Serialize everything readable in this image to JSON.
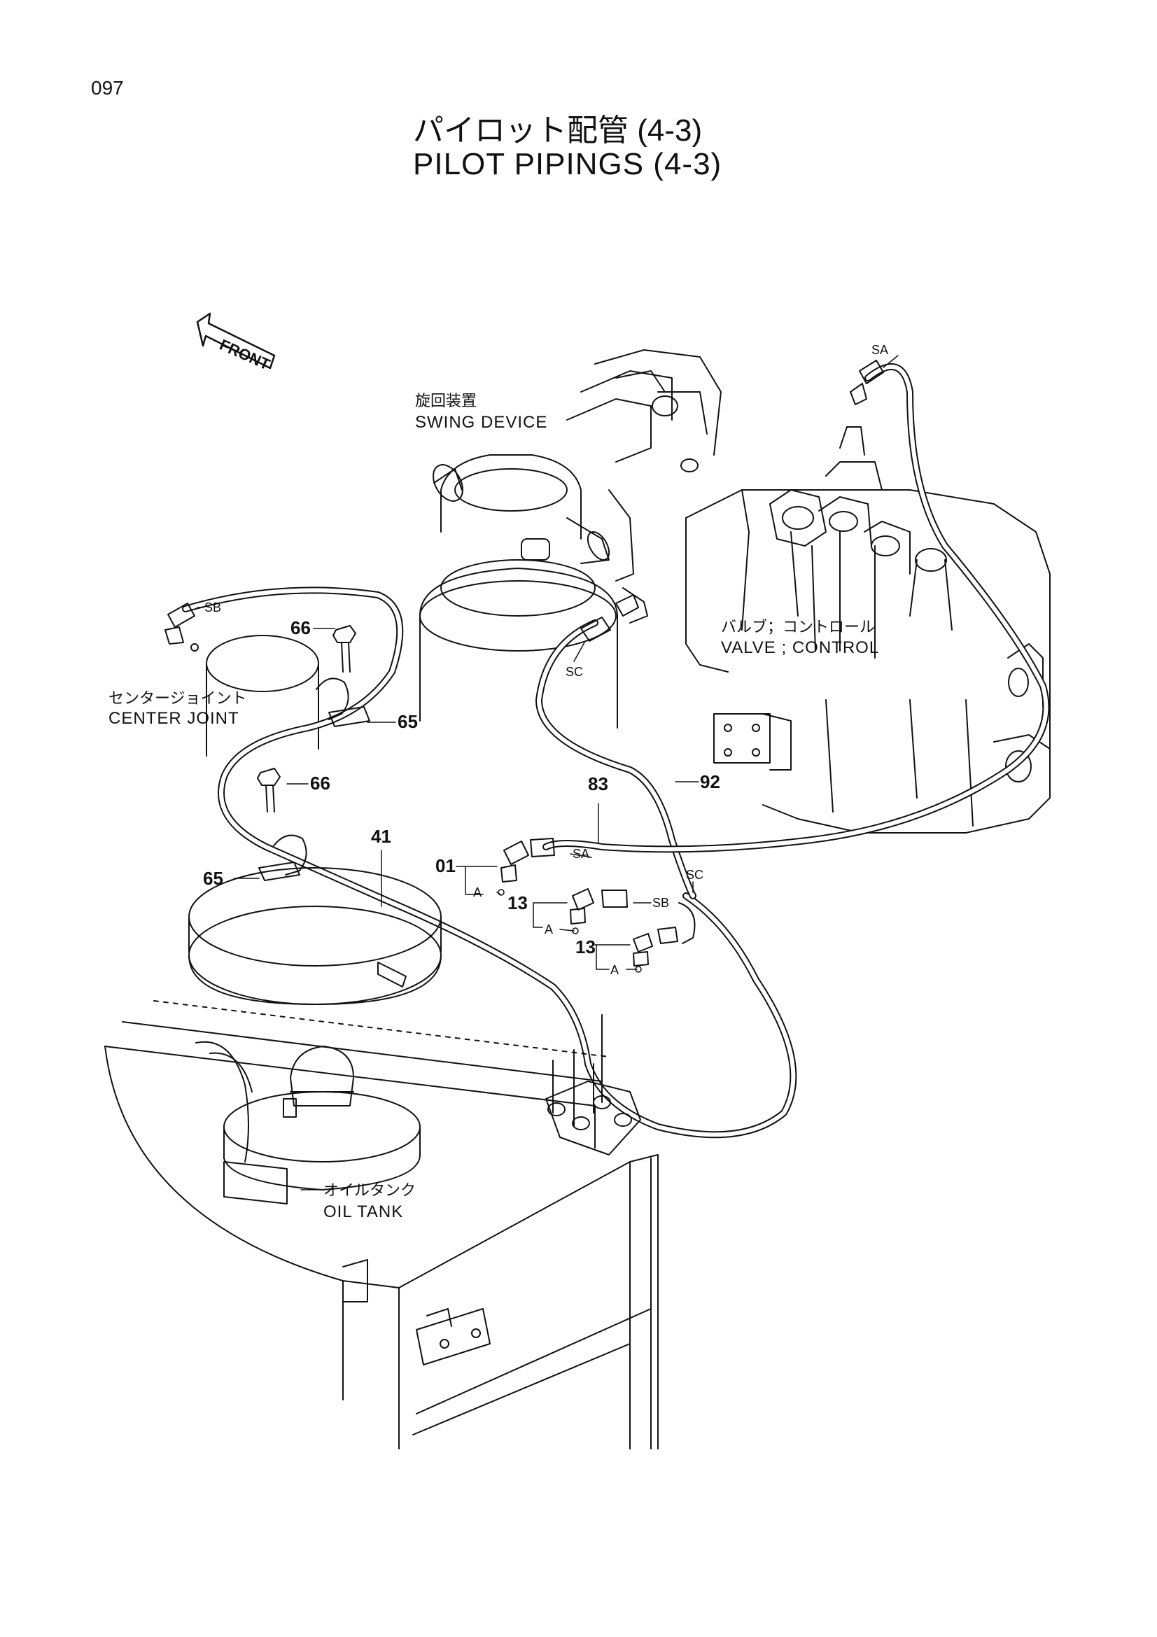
{
  "page_number": "097",
  "title": {
    "japanese": "パイロット配管 (4-3)",
    "english": "PILOT PIPINGS (4-3)"
  },
  "front_arrow": "FRONT",
  "components": {
    "swing_device": {
      "ja": "旋回装置",
      "en": "SWING DEVICE"
    },
    "control_valve": {
      "ja": "バルブ；コントロール",
      "en": "VALVE ; CONTROL"
    },
    "center_joint": {
      "ja": "センタージョイント",
      "en": "CENTER JOINT"
    },
    "oil_tank": {
      "ja": "オイルタンク",
      "en": "OIL TANK"
    }
  },
  "part_numbers": {
    "p66a": "66",
    "p65a": "65",
    "p66b": "66",
    "p65b": "65",
    "p41": "41",
    "p83": "83",
    "p92": "92",
    "p01": "01",
    "p13a": "13",
    "p13b": "13"
  },
  "port_tags": {
    "sa_top": "SA",
    "sb_left": "SB",
    "sc_upper": "SC",
    "sa_lower": "SA",
    "sb_lower": "SB",
    "sc_lower": "SC",
    "a1": "A",
    "a2": "A",
    "a3": "A"
  }
}
